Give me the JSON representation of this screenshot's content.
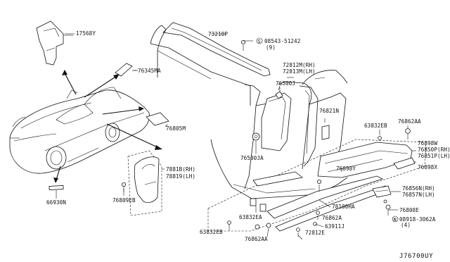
{
  "diagram_ref": "J76700UY",
  "parts": [
    {
      "id": "p17568Y",
      "text": "17568Y"
    },
    {
      "id": "p76345MA",
      "text": "76345MA"
    },
    {
      "id": "p76805M",
      "text": "76805M"
    },
    {
      "id": "p66930N",
      "text": "66930N"
    },
    {
      "id": "p76809EB",
      "text": "76809EB"
    },
    {
      "id": "p7881B",
      "text": "7881B(RH)"
    },
    {
      "id": "p78819",
      "text": "78819(LH)"
    },
    {
      "id": "p73210P",
      "text": "73210P"
    },
    {
      "id": "p08543",
      "text": "08543-51242"
    },
    {
      "id": "p08543q",
      "text": "(9)"
    },
    {
      "id": "p72812M",
      "text": "72812M(RH)"
    },
    {
      "id": "p72813M",
      "text": "72813M(LH)"
    },
    {
      "id": "p76500J",
      "text": "76500J"
    },
    {
      "id": "p76500JA",
      "text": "76500JA"
    },
    {
      "id": "p76821N",
      "text": "76821N"
    },
    {
      "id": "p63832EB_top",
      "text": "63832EB"
    },
    {
      "id": "p76862AA_top",
      "text": "76862AA"
    },
    {
      "id": "p76898W",
      "text": "76898W"
    },
    {
      "id": "p76850P",
      "text": "76850P(RH)"
    },
    {
      "id": "p76851P",
      "text": "76851P(LH)"
    },
    {
      "id": "p76898Y",
      "text": "76898Y"
    },
    {
      "id": "p76898X",
      "text": "76898X"
    },
    {
      "id": "p76856N",
      "text": "76856N(RH)"
    },
    {
      "id": "p76857N",
      "text": "76857N(LH)"
    },
    {
      "id": "p76808E",
      "text": "76808E"
    },
    {
      "id": "p08918",
      "text": "08918-3062A"
    },
    {
      "id": "p08918q",
      "text": "(4)"
    },
    {
      "id": "p78100HA",
      "text": "78100HA"
    },
    {
      "id": "p63832EA",
      "text": "63832EA"
    },
    {
      "id": "p76862A",
      "text": "76862A"
    },
    {
      "id": "p63911J",
      "text": "63911J"
    },
    {
      "id": "p63832EB_bot",
      "text": "63832EB"
    },
    {
      "id": "p76862AA_bot",
      "text": "76862AA"
    },
    {
      "id": "p72812E",
      "text": "72812E"
    }
  ],
  "symbols": {
    "s_circle": "S",
    "n_circle": "N"
  }
}
